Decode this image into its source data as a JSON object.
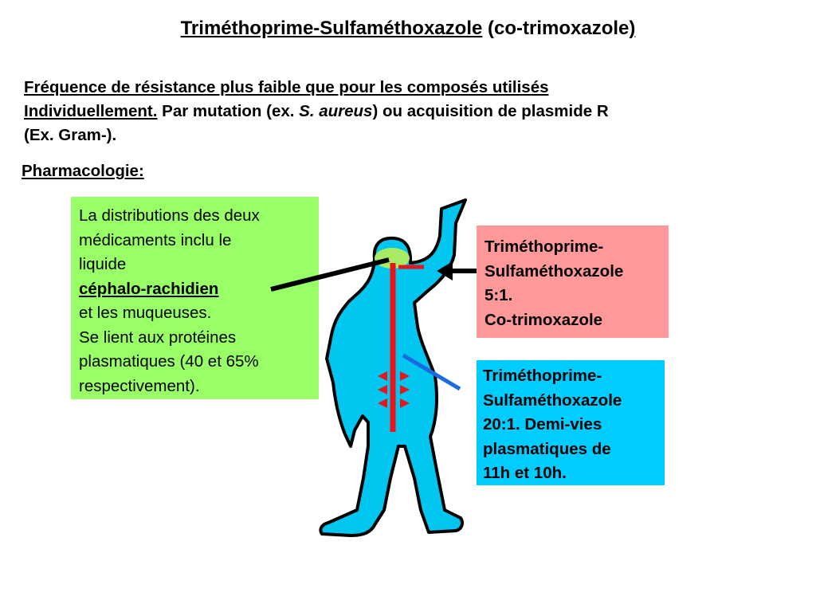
{
  "title": {
    "main": "Triméthoprime-Sulfaméthoxazole",
    "paren_open": "(",
    "paren_inner": "co-trimoxazole",
    "paren_close": ")"
  },
  "intro": {
    "p1": "Fréquence de résistance plus faible que pour les composés utilisés",
    "p2": "Individuellement.",
    "p3": " Par mutation (ex. ",
    "p4": "S. aureus",
    "p5": ") ou acquisition de plasmide R",
    "p6": "(Ex. Gram-)."
  },
  "section_label": "Pharmacologie:",
  "green_box": {
    "l1": "La distributions des deux",
    "l2": "médicaments inclu le",
    "l3": "liquide",
    "l4": "céphalo-rachidien",
    "l5": "et les muqueuses.",
    "l6": "Se lient aux protéines",
    "l7": "plasmatiques (40 et 65%",
    "l8": "respectivement)."
  },
  "pink_box": {
    "l1": "Triméthoprime-",
    "l2": "Sulfaméthoxazole",
    "l3": "5:1.",
    "l4": "Co-trimoxazole"
  },
  "blue_box": {
    "l1": "Triméthoprime-",
    "l2": "Sulfaméthoxazole",
    "l3": "20:1. Demi-vies",
    "l4": "plasmatiques de",
    "l5": "11h et 10h."
  },
  "colors": {
    "green_box": "#99ff66",
    "pink_box": "#ff9999",
    "blue_box": "#00ccff",
    "body_fill": "#00c6f0",
    "head_highlight": "#a8ec66",
    "spine": "#e8141c",
    "kidney_line": "#1a6ae0"
  },
  "icons": {
    "figure": "human-body-figure",
    "pointer_left": "black-arrow-to-head",
    "pointer_right": "black-arrow-to-spine"
  }
}
